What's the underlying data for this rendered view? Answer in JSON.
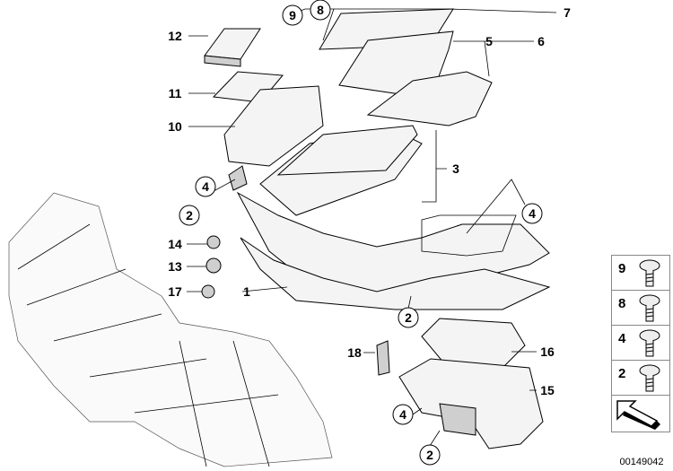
{
  "callouts": [
    "12",
    "11",
    "10",
    "9",
    "8",
    "7",
    "6",
    "5",
    "3",
    "4",
    "4",
    "4",
    "2",
    "2",
    "2",
    "14",
    "13",
    "17",
    "1",
    "18",
    "16",
    "15"
  ],
  "legend": {
    "items": [
      {
        "number": "9",
        "icon": "screw-icon"
      },
      {
        "number": "8",
        "icon": "screw-icon"
      },
      {
        "number": "4",
        "icon": "screw-icon"
      },
      {
        "number": "2",
        "icon": "screw-icon"
      }
    ],
    "arrow_icon": "direction-arrow-icon"
  },
  "diagram_code": "00149042"
}
